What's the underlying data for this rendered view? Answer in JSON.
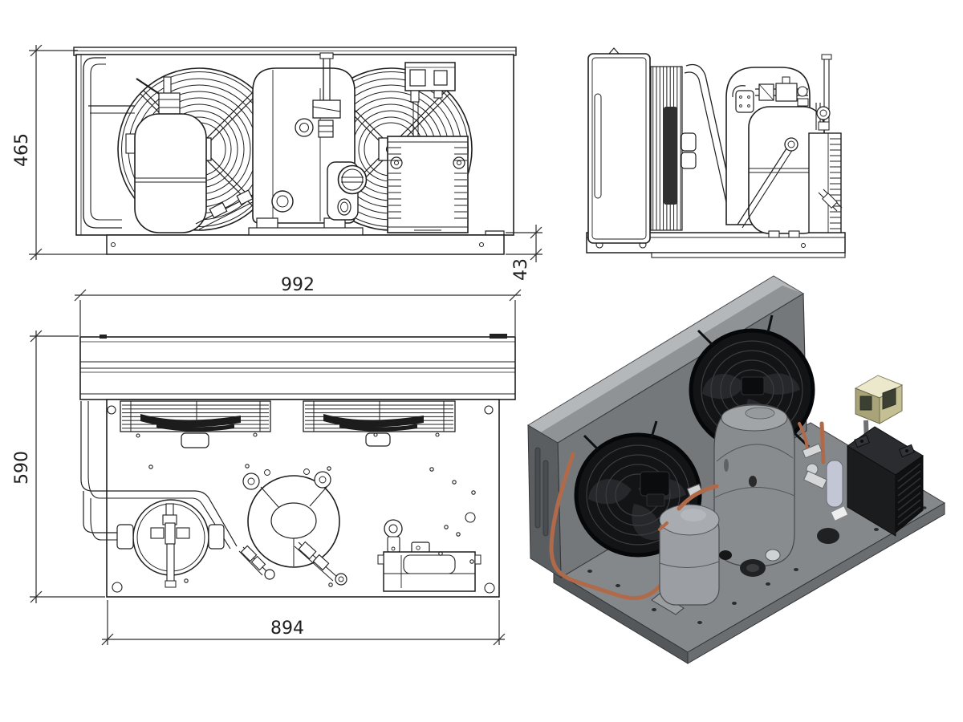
{
  "drawing": {
    "type": "technical-drawing",
    "subject": "dual-fan condensing unit",
    "background": "#ffffff",
    "line_color": "#1f1f1f",
    "dimension_color": "#2b2b2b",
    "views": {
      "front": {
        "name": "front-view"
      },
      "side": {
        "name": "side-view"
      },
      "top": {
        "name": "top-view"
      },
      "isometric": {
        "name": "isometric-render"
      }
    },
    "dimensions": {
      "overall_height": {
        "value": "465"
      },
      "base_height": {
        "value": "43"
      },
      "overall_width": {
        "value": "992"
      },
      "overall_depth": {
        "value": "590"
      },
      "mounting_width": {
        "value": "894"
      }
    },
    "render_colors": {
      "panel_top": "#b4b8bb",
      "panel_front": "#75787b",
      "panel_side": "#5b5e61",
      "fan_dark": "#121416",
      "fan_ring": "#3a3d41",
      "base_top": "#85888b",
      "base_front": "#55585a",
      "base_side": "#6b6e71",
      "compressor": "#898c8f",
      "receiver": "#9b9ea3",
      "copper_pipe": "#b06a4a",
      "switch_body": "#a9a37a",
      "switch_top": "#ece8cc",
      "switch_window": "#3c4032",
      "electrical_box": "#1a1c1e",
      "filter_drier": "#c3c6d4",
      "fitting_silver": "#d5d7d9"
    }
  }
}
